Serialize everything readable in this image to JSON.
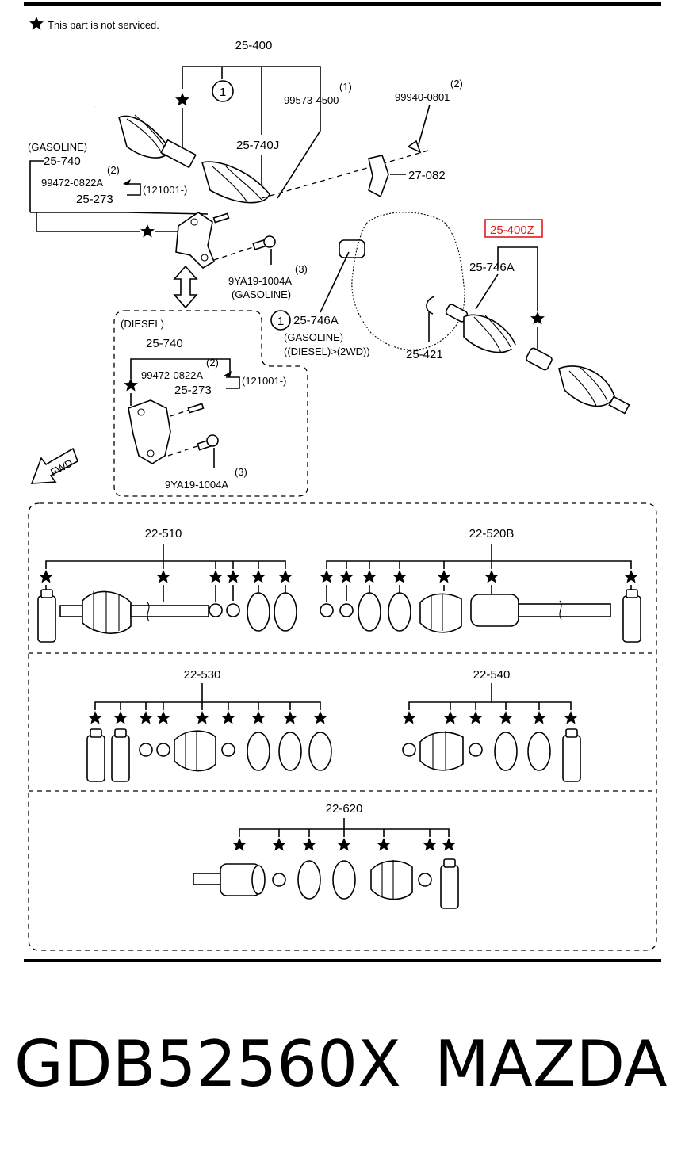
{
  "note": "This part is not serviced.",
  "labels": {
    "assy_top": "25-400",
    "circle1": "1",
    "p99573": "99573-4500",
    "q1": "(1)",
    "p99940": "99940-0801",
    "q2": "(2)",
    "p25740J": "25-740J",
    "gasoline_hdr": "(GASOLINE)",
    "p25740": "25-740",
    "q2b": "(2)",
    "p99472": "99472-0822A",
    "p121001": "(121001-)",
    "p25273": "25-273",
    "p27082": "27-082",
    "p25400Z": "25-400Z",
    "p25746A_r": "25-746A",
    "q3": "(3)",
    "p9YA19": "9YA19-1004A",
    "gasoline_paren": "(GASOLINE)",
    "circle1b": "1",
    "p25746A_c": "25-746A",
    "gasoline_b": "(GASOLINE)",
    "diesel_2wd": "((DIESEL)>(2WD))",
    "p25421": "25-421",
    "diesel_hdr": "(DIESEL)",
    "d25740": "25-740",
    "dq2": "(2)",
    "d99472": "99472-0822A",
    "d121001": "(121001-)",
    "d25273": "25-273",
    "dq3": "(3)",
    "d9YA19": "9YA19-1004A",
    "fwd": "FWD",
    "k22510": "22-510",
    "k22520B": "22-520B",
    "k22530": "22-530",
    "k22540": "22-540",
    "k22620": "22-620"
  },
  "footer": {
    "part_number": "GDB52560X",
    "brand": "MAZDA"
  },
  "colors": {
    "highlight": "#e21b1b",
    "ink": "#000000"
  }
}
